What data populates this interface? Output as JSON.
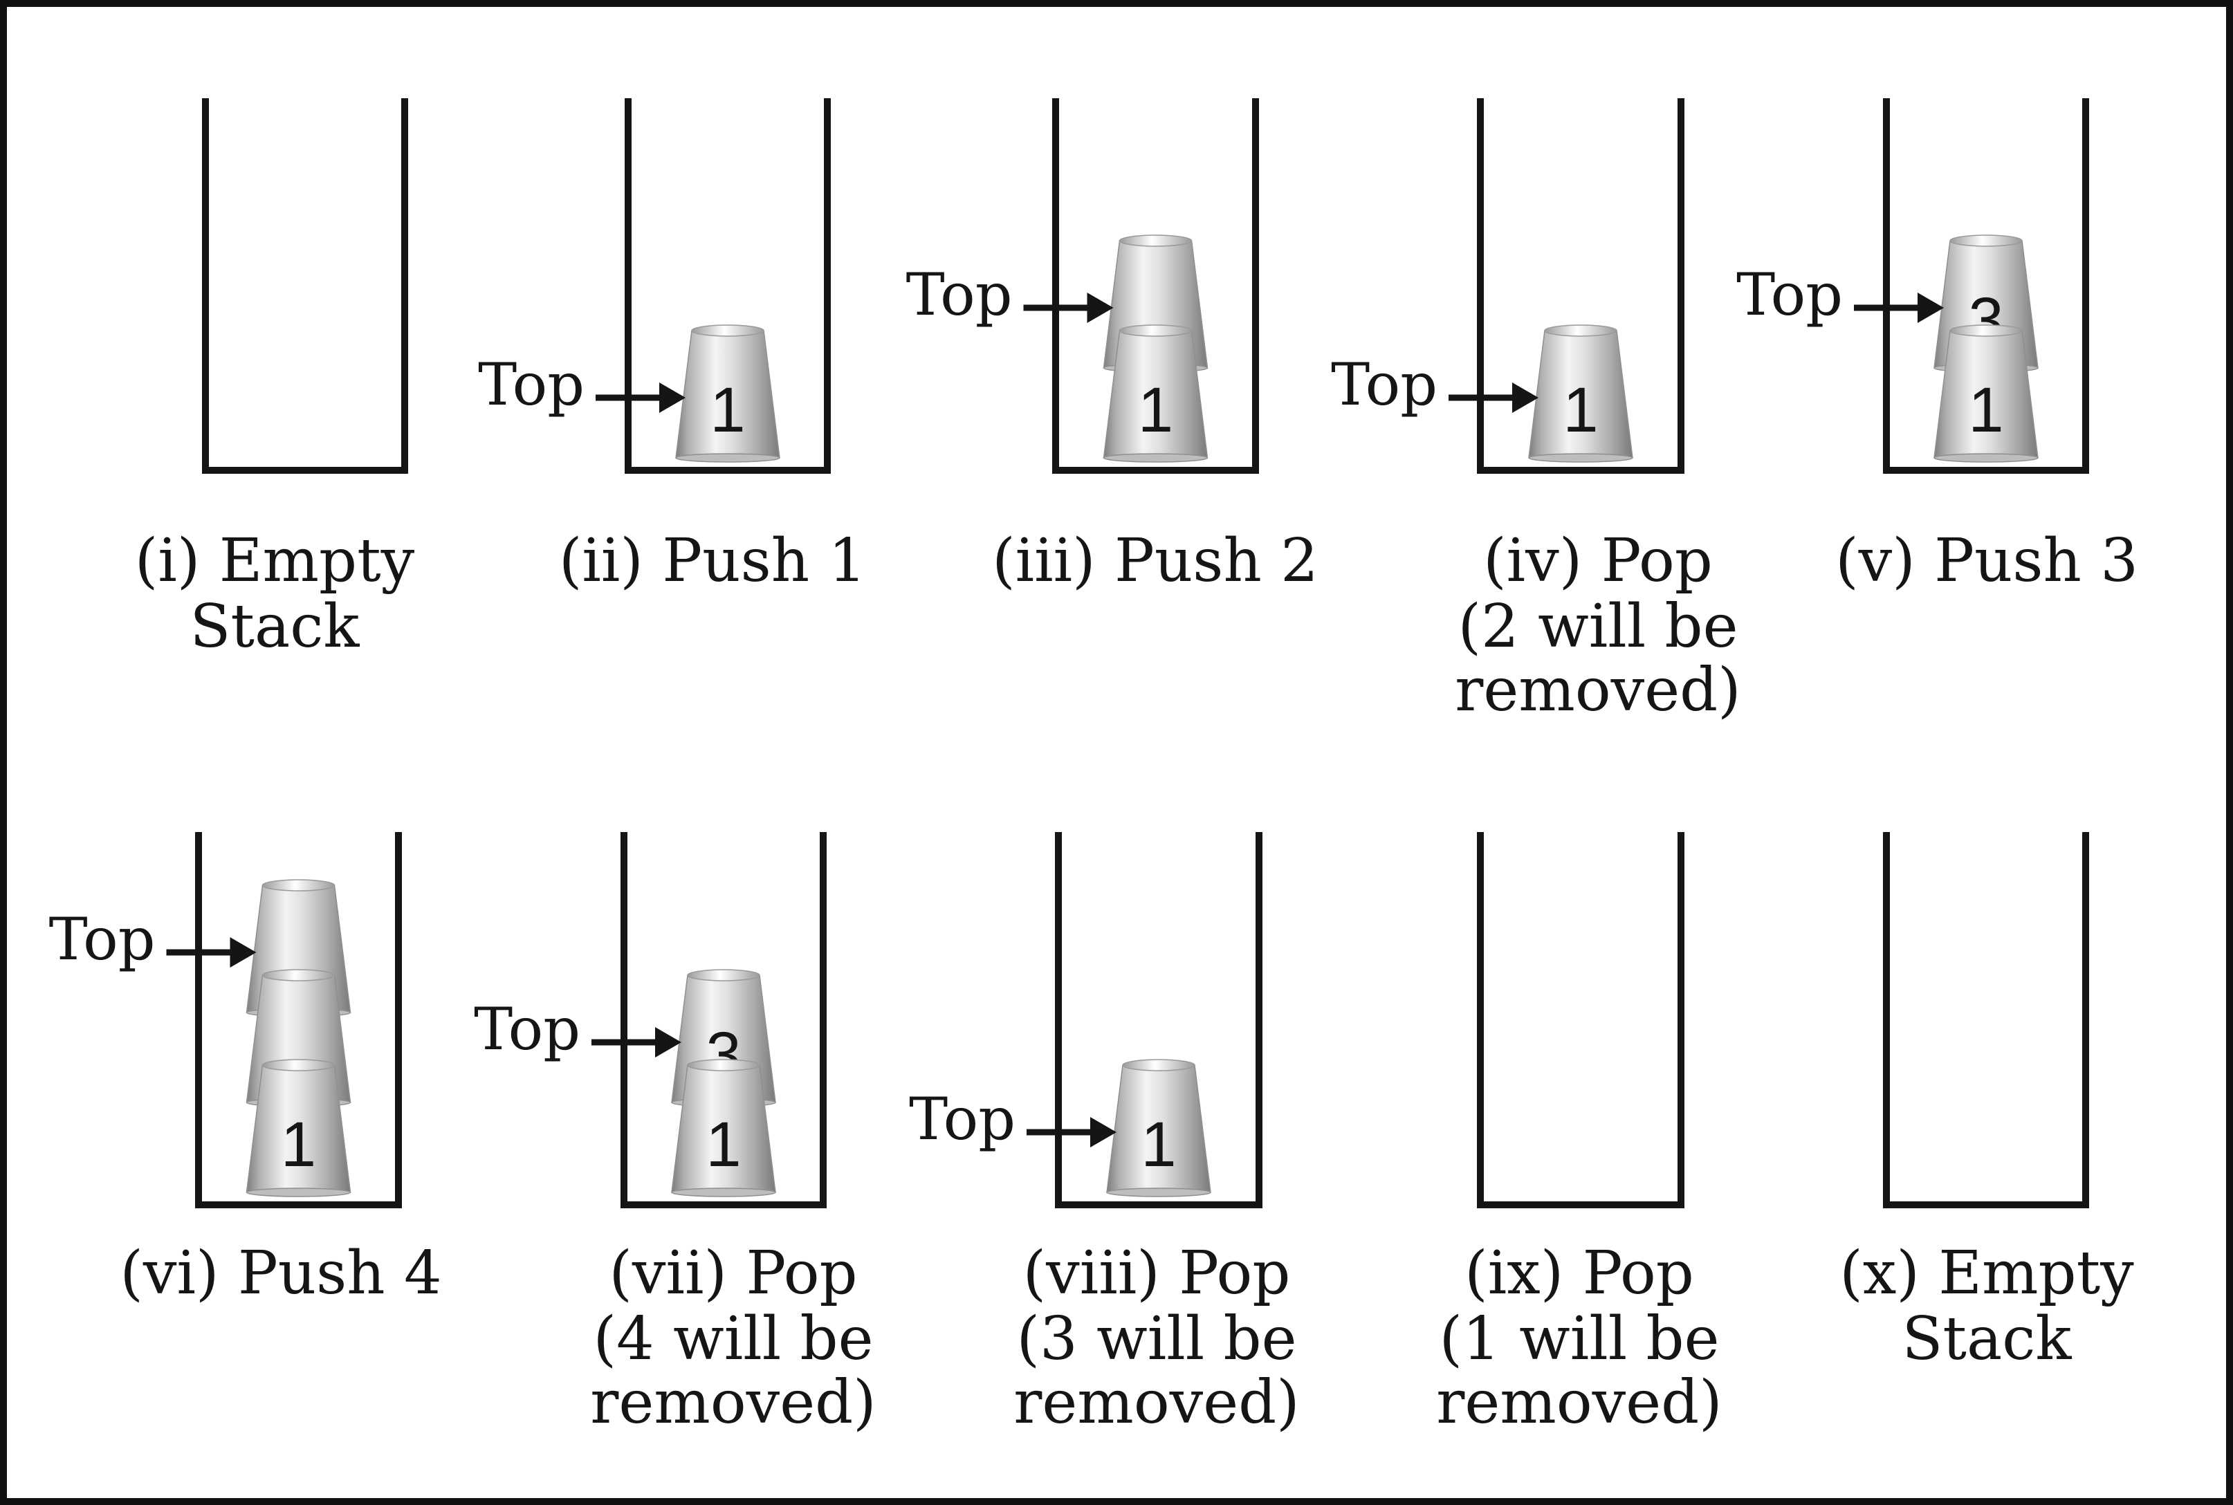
{
  "pointer_label": "Top",
  "colors": {
    "ink": "#151515",
    "cup_dark": "#8a8a8a",
    "cup_light": "#f6f6f6"
  },
  "panels": [
    {
      "caption": [
        "(i) Empty",
        "Stack"
      ],
      "cups": [],
      "top_index": -1
    },
    {
      "caption": [
        "(ii) Push 1"
      ],
      "cups": [
        "1"
      ],
      "top_index": 0
    },
    {
      "caption": [
        "(iii) Push 2"
      ],
      "cups": [
        "1",
        ""
      ],
      "top_index": 1
    },
    {
      "caption": [
        "(iv) Pop",
        "(2 will be",
        "removed)"
      ],
      "cups": [
        "1"
      ],
      "top_index": 0
    },
    {
      "caption": [
        "(v) Push 3"
      ],
      "cups": [
        "1",
        "3"
      ],
      "top_index": 1
    },
    {
      "caption": [
        "(vi) Push 4"
      ],
      "cups": [
        "1",
        "",
        ""
      ],
      "top_index": 2
    },
    {
      "caption": [
        "(vii) Pop",
        "(4 will be",
        "removed)"
      ],
      "cups": [
        "1",
        "3"
      ],
      "top_index": 1
    },
    {
      "caption": [
        "(viii) Pop",
        "(3 will be",
        "removed)"
      ],
      "cups": [
        "1"
      ],
      "top_index": 0
    },
    {
      "caption": [
        "(ix) Pop",
        "(1 will be",
        "removed)"
      ],
      "cups": [],
      "top_index": -1
    },
    {
      "caption": [
        "(x) Empty",
        "Stack"
      ],
      "cups": [],
      "top_index": -1
    }
  ]
}
